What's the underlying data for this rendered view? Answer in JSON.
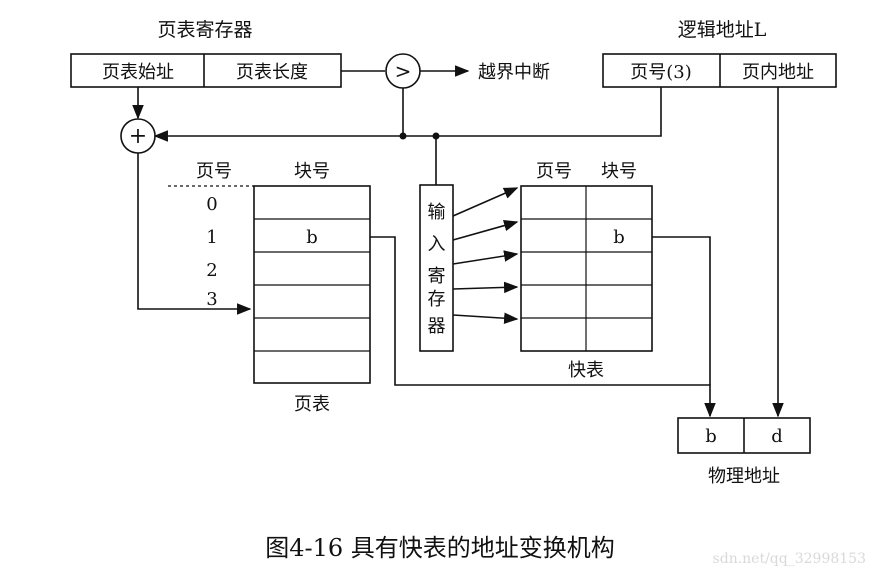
{
  "registers": {
    "pt_register_title": "页表寄存器",
    "pt_start": "页表始址",
    "pt_length": "页表长度",
    "logical_address_title": "逻辑地址L",
    "page_number": "页号(3)",
    "page_offset": "页内地址"
  },
  "comparator": {
    "symbol": ">",
    "out_of_bounds": "越界中断"
  },
  "adder_symbol": "+",
  "page_table": {
    "col_page": "页号",
    "col_block": "块号",
    "row_numbers": [
      "0",
      "1",
      "2",
      "3"
    ],
    "entry_block": "b",
    "caption": "页表"
  },
  "input_register": {
    "label_chars": [
      "输",
      "入",
      "寄",
      "存",
      "器"
    ]
  },
  "tlb": {
    "col_page": "页号",
    "col_block": "块号",
    "entry_block": "b",
    "caption": "快表"
  },
  "physical_address": {
    "block": "b",
    "offset": "d",
    "caption": "物理地址"
  },
  "figure_caption": "图4-16  具有快表的地址变换机构",
  "watermark": "sdn.net/qq_32998153"
}
